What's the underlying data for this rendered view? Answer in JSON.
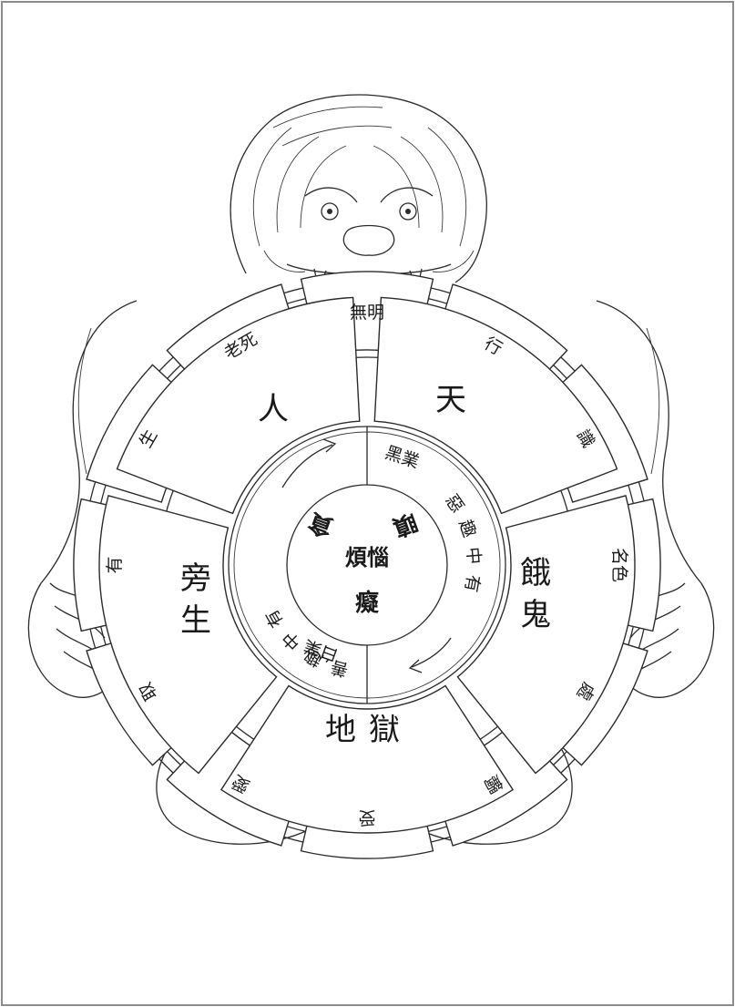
{
  "colors": {
    "ink": "#2b2b2b",
    "paper": "#ffffff",
    "frame": "#8c8c8c"
  },
  "outer_ring": {
    "links": [
      "無明",
      "行",
      "識",
      "名色",
      "處",
      "觸",
      "受",
      "愛",
      "取",
      "有",
      "生",
      "老死"
    ]
  },
  "middle_ring": {
    "realms": {
      "heaven": "天",
      "human": "人",
      "animal": "旁生",
      "hell": "地獄",
      "ghost": "餓鬼"
    }
  },
  "inner_ring": {
    "black_karma": "黑業",
    "evil_path": "惡趣中有",
    "white_karma": "白業",
    "good_path": "有中趣善"
  },
  "center": {
    "greed": "貪",
    "anger": "瞋",
    "delusion": "癡",
    "afflictions": "煩惱"
  }
}
